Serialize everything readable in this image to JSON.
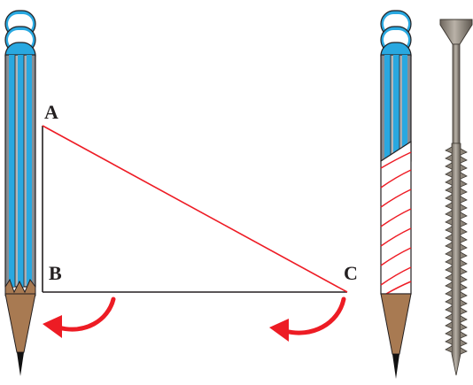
{
  "figure": {
    "vertices": {
      "a": "A",
      "b": "B",
      "c": "C"
    },
    "colors": {
      "background": "#ffffff",
      "hypotenuse": "#ee1c25",
      "legs": "#231f20",
      "arrow": "#ed1c24",
      "pencil_stripe": "#29a8e0",
      "pencil_body": "#9aa0a6",
      "pencil_wood": "#a87a52",
      "pencil_lead": "#111111",
      "screw": "#8c8479"
    },
    "icons": {
      "left_object": "pencil-icon",
      "middle_object": "pencil-wrapped-with-helix-icon",
      "right_object": "screw-icon",
      "arrows": "curved-arrow-icon"
    }
  }
}
